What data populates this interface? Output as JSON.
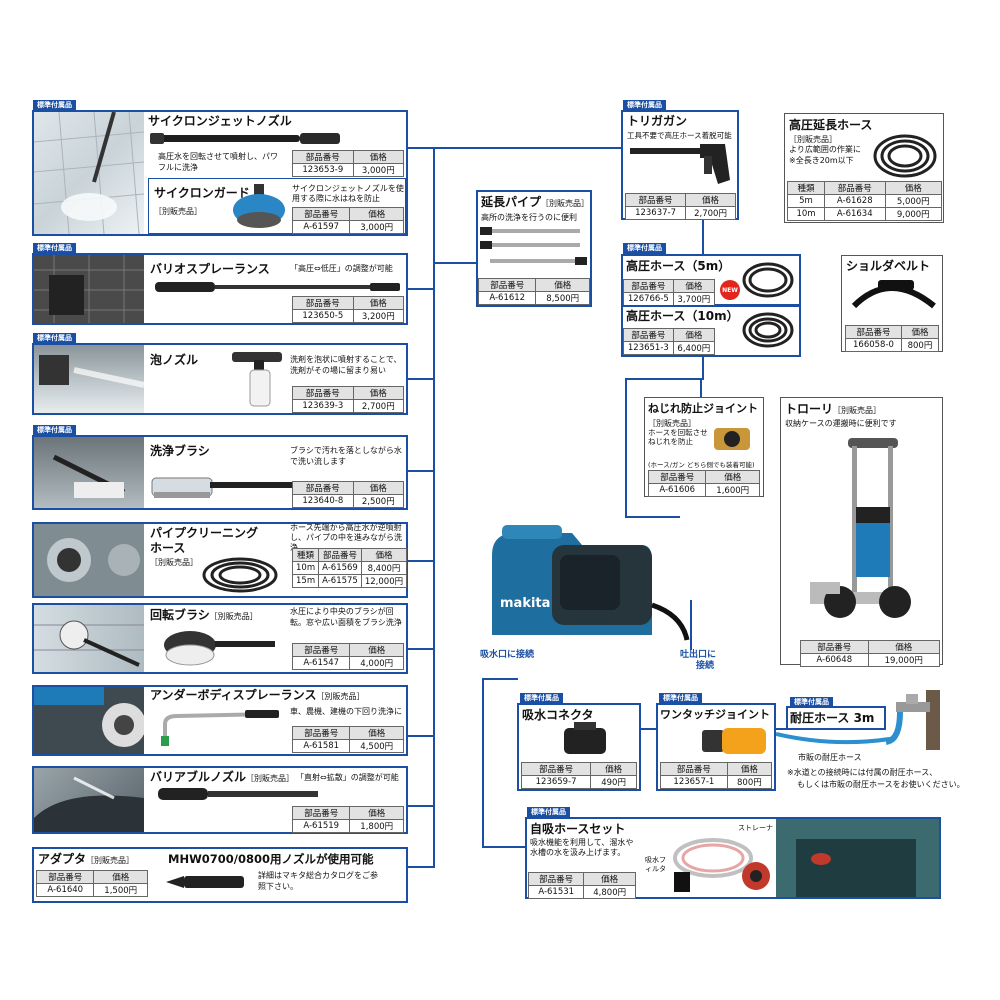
{
  "standard_tag": "標準付属品",
  "cols": {
    "part": "部品番号",
    "price": "価格",
    "type": "種類"
  },
  "cyclone_jet": {
    "title": "サイクロンジェットノズル",
    "desc": "高圧水を回転させて噴射し、パワフルに洗浄",
    "part": "123653-9",
    "price": "3,000円"
  },
  "cyclone_guard": {
    "title": "サイクロンガード",
    "sub": "［別販売品］",
    "desc": "サイクロンジェットノズルを使用する際に水はねを防止",
    "part": "A-61597",
    "price": "3,000円"
  },
  "vario_spray": {
    "title": "バリオスプレーランス",
    "desc": "「高圧⇔低圧」の調整が可能",
    "part": "123650-5",
    "price": "3,200円"
  },
  "foam_nozzle": {
    "title": "泡ノズル",
    "desc": "洗剤を泡状に噴射することで、洗剤がその場に留まり易い",
    "part": "123639-3",
    "price": "2,700円"
  },
  "wash_brush": {
    "title": "洗浄ブラシ",
    "desc": "ブラシで汚れを落としながら水で洗い流します",
    "part": "123640-8",
    "price": "2,500円"
  },
  "pipe_cleaning": {
    "title1": "パイプクリーニング",
    "title2": "ホース",
    "sub": "［別販売品］",
    "desc": "ホース先端から高圧水が逆噴射し、パイプの中を進みながら洗浄",
    "rows": [
      {
        "type": "10m",
        "part": "A-61569",
        "price": "8,400円"
      },
      {
        "type": "15m",
        "part": "A-61575",
        "price": "12,000円"
      }
    ]
  },
  "rotary_brush": {
    "title": "回転ブラシ",
    "sub": "［別販売品］",
    "desc": "水圧により中央のブラシが回転。窓や広い面積をブラシ洗浄",
    "part": "A-61547",
    "price": "4,000円"
  },
  "underbody": {
    "title": "アンダーボディスプレーランス",
    "sub": "［別販売品］",
    "desc": "車、農機、建機の下回り洗浄に",
    "part": "A-61581",
    "price": "4,500円"
  },
  "variable_nozzle": {
    "title": "バリアブルノズル",
    "sub": "［別販売品］",
    "desc": "「直射⇔拡散」の調整が可能",
    "part": "A-61519",
    "price": "1,800円"
  },
  "adapter": {
    "title": "アダプタ",
    "sub": "［別販売品］",
    "part": "A-61640",
    "price": "1,500円",
    "heading": "MHW0700/0800用ノズルが使用可能",
    "desc": "詳細はマキタ総合カタログをご参照下さい。"
  },
  "extension_pipe": {
    "title": "延長パイプ",
    "sub": "［別販売品］",
    "desc": "高所の洗浄を行うのに便利",
    "part": "A-61612",
    "price": "8,500円"
  },
  "trigger_gun": {
    "title": "トリガガン",
    "desc": "工具不要で高圧ホース着脱可能",
    "part": "123637-7",
    "price": "2,700円"
  },
  "hp_extension_hose": {
    "title": "高圧延長ホース",
    "sub": "［別販売品］",
    "desc1": "より広範囲の作業に",
    "desc2": "※全長き20m以下",
    "rows": [
      {
        "type": "5m",
        "part": "A-61628",
        "price": "5,000円"
      },
      {
        "type": "10m",
        "part": "A-61634",
        "price": "9,000円"
      }
    ]
  },
  "hose_5m": {
    "title": "高圧ホース（5m）",
    "part": "126766-5",
    "price": "3,700円",
    "badge": "NEW"
  },
  "hose_10m": {
    "title": "高圧ホース（10m）",
    "part": "123651-3",
    "price": "6,400円"
  },
  "shoulder_belt": {
    "title": "ショルダベルト",
    "part": "166058-0",
    "price": "800円"
  },
  "anti_twist": {
    "title": "ねじれ防止ジョイント",
    "sub": "［別販売品］",
    "desc": "ホースを回転させねじれを防止",
    "note": "(ホース/ガン どちら側でも装着可能)",
    "part": "A-61606",
    "price": "1,600円"
  },
  "trolley": {
    "title": "トローリ",
    "sub": "［別販売品］",
    "desc": "収納ケースの運搬時に便利です",
    "part": "A-60648",
    "price": "19,000円"
  },
  "machine": {
    "brand": "makita",
    "inlet_label": "吸水口に接続",
    "outlet_label1": "吐出口に",
    "outlet_label2": "接続"
  },
  "suction_connector": {
    "title": "吸水コネクタ",
    "part": "123659-7",
    "price": "490円"
  },
  "one_touch_joint": {
    "title": "ワンタッチジョイント",
    "part": "123657-1",
    "price": "800円"
  },
  "pressure_hose": {
    "title": "耐圧ホース 3m",
    "market_label": "市販の耐圧ホース",
    "note1": "※水道との接続時には付属の耐圧ホース、",
    "note2": "もしくは市販の耐圧ホースをお使いください。"
  },
  "self_suction": {
    "title": "自吸ホースセット",
    "desc": "吸水機能を利用して、溜水や水槽の水を汲み上げます。",
    "part": "A-61531",
    "price": "4,800円",
    "label_filter": "吸水フィルタ",
    "label_strainer": "ストレーナ"
  }
}
